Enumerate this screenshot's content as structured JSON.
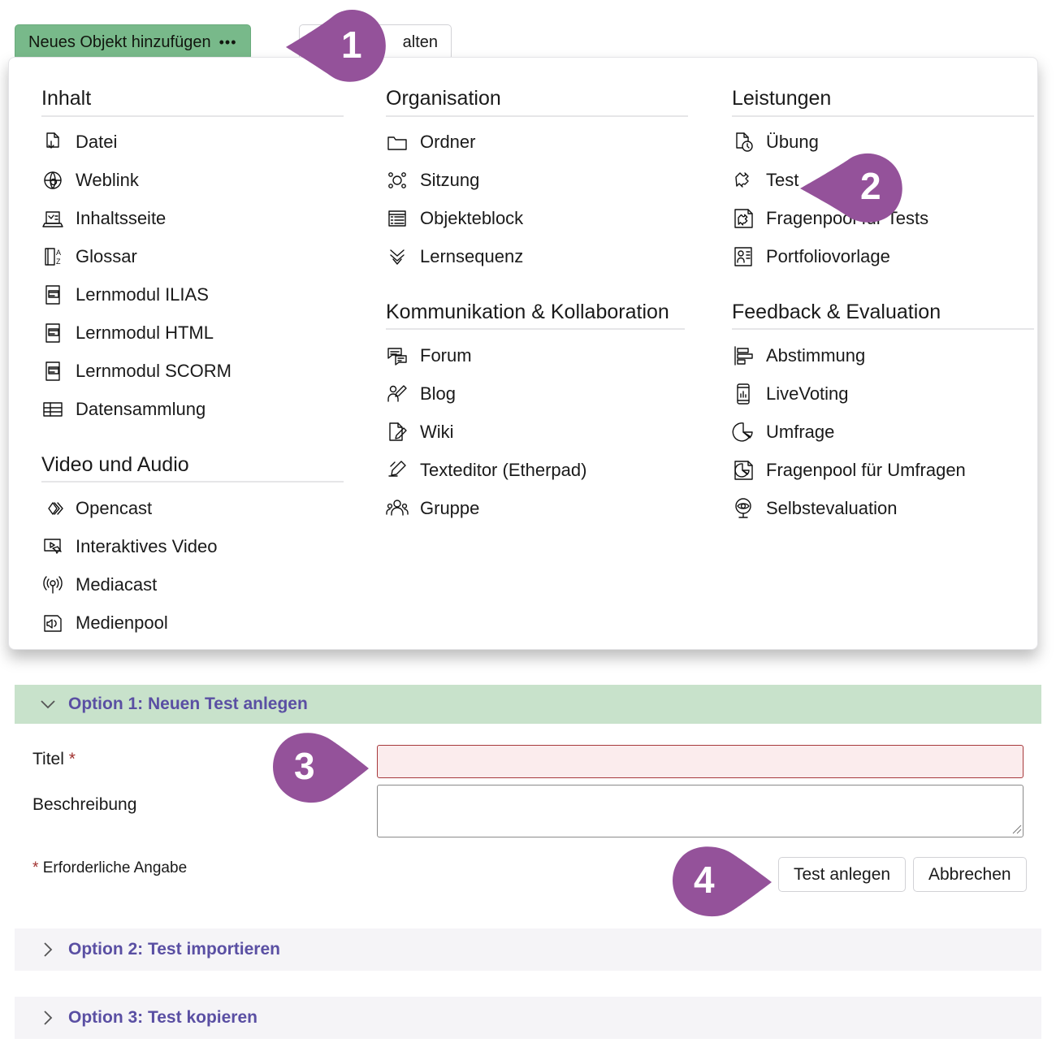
{
  "toolbar": {
    "add_object_label": "Neues Objekt hinzufügen",
    "add_object_dots": "•••",
    "manage_label": "alten"
  },
  "dropdown": {
    "columns": [
      {
        "groups": [
          {
            "title": "Inhalt",
            "items": [
              {
                "label": "Datei",
                "icon": "file-download-icon"
              },
              {
                "label": "Weblink",
                "icon": "globe-link-icon"
              },
              {
                "label": "Inhaltsseite",
                "icon": "content-page-icon"
              },
              {
                "label": "Glossar",
                "icon": "glossary-az-icon"
              },
              {
                "label": "Lernmodul ILIAS",
                "icon": "learning-module-icon"
              },
              {
                "label": "Lernmodul HTML",
                "icon": "learning-module-icon"
              },
              {
                "label": "Lernmodul SCORM",
                "icon": "learning-module-icon"
              },
              {
                "label": "Datensammlung",
                "icon": "table-grid-icon"
              }
            ]
          },
          {
            "title": "Video und Audio",
            "items": [
              {
                "label": "Opencast",
                "icon": "opencast-diamond-icon"
              },
              {
                "label": "Interaktives Video",
                "icon": "interactive-video-icon"
              },
              {
                "label": "Mediacast",
                "icon": "broadcast-icon"
              },
              {
                "label": "Medienpool",
                "icon": "speaker-icon"
              }
            ]
          }
        ]
      },
      {
        "groups": [
          {
            "title": "Organisation",
            "items": [
              {
                "label": "Ordner",
                "icon": "folder-icon"
              },
              {
                "label": "Sitzung",
                "icon": "session-nodes-icon"
              },
              {
                "label": "Objekteblock",
                "icon": "object-block-icon"
              },
              {
                "label": "Lernsequenz",
                "icon": "learning-sequence-icon"
              }
            ]
          },
          {
            "title": "Kommunikation & Kollaboration",
            "items": [
              {
                "label": "Forum",
                "icon": "forum-bubbles-icon"
              },
              {
                "label": "Blog",
                "icon": "blog-person-pencil-icon"
              },
              {
                "label": "Wiki",
                "icon": "wiki-page-pencil-icon"
              },
              {
                "label": "Texteditor (Etherpad)",
                "icon": "etherpad-pencil-icon"
              },
              {
                "label": "Gruppe",
                "icon": "group-people-icon"
              }
            ]
          }
        ]
      },
      {
        "groups": [
          {
            "title": "Leistungen",
            "items": [
              {
                "label": "Übung",
                "icon": "exercise-clock-icon"
              },
              {
                "label": "Test",
                "icon": "test-puzzle-icon"
              },
              {
                "label": "Fragenpool für Tests",
                "icon": "question-pool-test-icon"
              },
              {
                "label": "Portfoliovorlage",
                "icon": "portfolio-template-icon"
              }
            ]
          },
          {
            "title": "Feedback & Evaluation",
            "items": [
              {
                "label": "Abstimmung",
                "icon": "poll-bars-icon"
              },
              {
                "label": "LiveVoting",
                "icon": "live-voting-phone-icon"
              },
              {
                "label": "Umfrage",
                "icon": "survey-pie-icon"
              },
              {
                "label": "Fragenpool für Umfragen",
                "icon": "question-pool-survey-icon"
              },
              {
                "label": "Selbstevaluation",
                "icon": "self-evaluation-eye-icon"
              }
            ]
          }
        ]
      }
    ]
  },
  "form": {
    "option1_title": "Option 1: Neuen Test anlegen",
    "title_label": "Titel",
    "required_mark": "*",
    "description_label": "Beschreibung",
    "title_value": "",
    "title_placeholder": "",
    "description_value": "",
    "description_placeholder": "",
    "required_note_mark": "*",
    "required_note": "Erforderliche Angabe",
    "create_button": "Test anlegen",
    "cancel_button": "Abbrechen",
    "option2_title": "Option 2: Test importieren",
    "option3_title": "Option 3: Test kopieren"
  },
  "callouts": [
    {
      "number": "1"
    },
    {
      "number": "2"
    },
    {
      "number": "3"
    },
    {
      "number": "4"
    }
  ],
  "colors": {
    "accent_green": "#78b98a",
    "panel_green": "#c8e2cb",
    "callout_purple": "#94529a",
    "link_purple": "#5a4fa3",
    "error_red": "#a7393c",
    "error_bg": "#fbeced"
  }
}
